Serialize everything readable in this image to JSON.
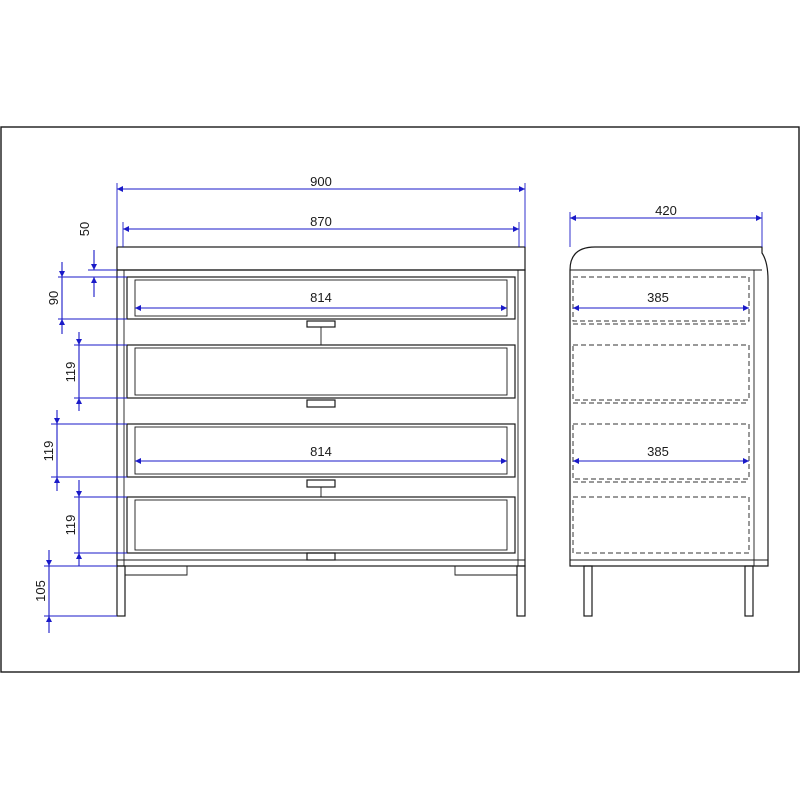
{
  "front_view": {
    "dimensions": {
      "overall_width": "900",
      "inner_width": "870",
      "top_thickness": "50",
      "drawer_1_height": "90",
      "drawer_2_height": "119",
      "drawer_3_height": "119",
      "drawer_4_height": "119",
      "leg_height": "105",
      "drawer_inner_width_top": "814",
      "drawer_inner_width_mid": "814"
    }
  },
  "side_view": {
    "dimensions": {
      "depth": "420",
      "drawer_depth_top": "385",
      "drawer_depth_mid": "385"
    }
  },
  "colors": {
    "outline": "#1a1a1a",
    "dimension_lines": "#1a1ac8",
    "frame_border": "#1a1a1a"
  }
}
